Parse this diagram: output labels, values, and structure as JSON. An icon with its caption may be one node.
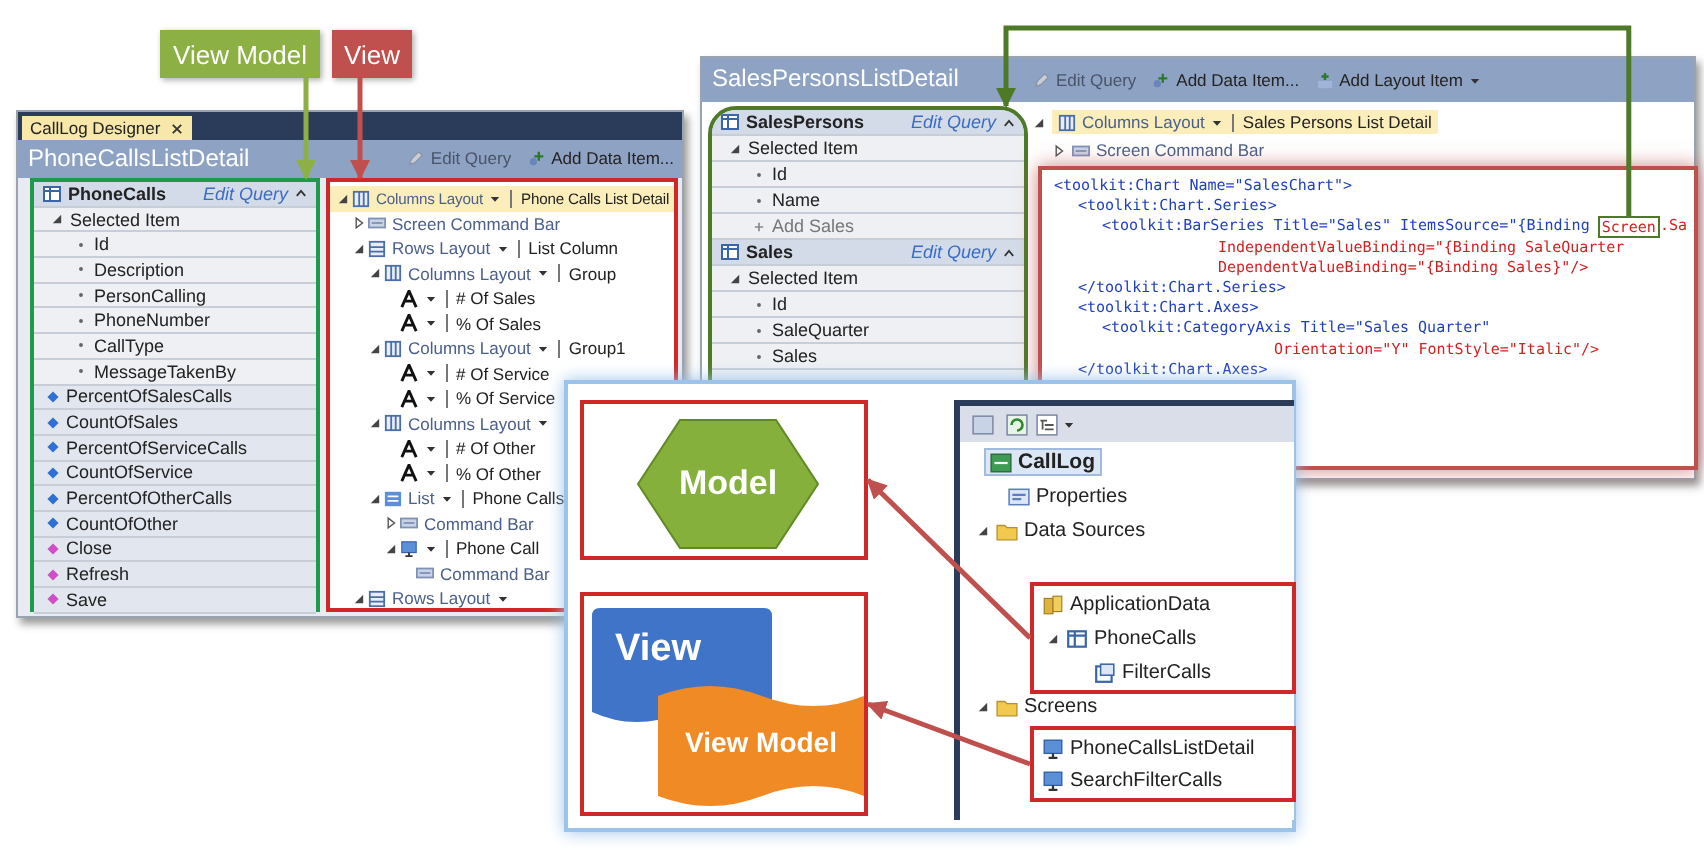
{
  "diagram": {
    "nodes": [
      {
        "text": [
          "View Model"
        ]
      },
      {
        "text": [
          "View"
        ]
      },
      {
        "text": [
          "CallLog Designer",
          "PhoneCallsListDetail",
          "Edit Query",
          "Add Data Item..."
        ]
      },
      {
        "text": [
          "PhoneCalls",
          "Edit Query",
          "Selected Item",
          "Id",
          "Description",
          "PersonCalling",
          "PhoneNumber",
          "CallType",
          "MessageTakenBy",
          "PercentOfSalesCalls",
          "CountOfSales",
          "PercentOfServiceCalls",
          "CountOfService",
          "PercentOfOtherCalls",
          "CountOfOther",
          "Close",
          "Refresh",
          "Save"
        ],
        "in": 2
      },
      {
        "text": [
          "Columns Layout",
          "Phone Calls List Detail",
          "Screen Command Bar",
          "Rows Layout",
          "List Column",
          "Columns Layout",
          "Group",
          "# Of Sales",
          "% Of Sales",
          "Columns Layout",
          "Group1",
          "# Of Service",
          "% Of Service",
          "Columns Layout",
          "# Of Other",
          "% Of Other",
          "List",
          "Phone Calls",
          "Command Bar",
          "Phone Call",
          "Command Bar",
          "Rows Layout"
        ],
        "in": 2
      },
      {
        "text": [
          "SalesPersonsListDetail",
          "Edit Query",
          "Add Data Item...",
          "Add Layout Item",
          "Columns Layout",
          "Sales Persons List Detail",
          "Screen Command Bar"
        ]
      },
      {
        "text": [
          "SalesPersons",
          "Edit Query",
          "Selected Item",
          "Id",
          "Name",
          "Add Sales",
          "Sales",
          "Edit Query",
          "Selected Item",
          "Id",
          "SaleQuarter",
          "Sales"
        ],
        "in": 5
      },
      {
        "text": [
          "<toolkit:Chart Name=\"SalesChart\">",
          "<toolkit:Chart.Series>",
          "<toolkit:BarSeries Title=\"Sales\" ItemsSource=\"{Binding",
          ".Sa",
          "IndependentValueBinding=\"{Binding SaleQuarter",
          "DependentValueBinding=\"{Binding Sales}\"/>",
          "</toolkit:Chart.Series>",
          "<toolkit:Chart.Axes>",
          "<toolkit:CategoryAxis Title=\"Sales Quarter\"",
          "Orientation=\"Y\" FontStyle=\"Italic\"/>",
          "</toolkit:Chart.Axes>"
        ],
        "in": 5
      },
      {
        "text": [
          "Screen"
        ],
        "in": 7
      },
      {
        "text": [],
        "shape": "box"
      },
      {
        "text": [],
        "shape": "box",
        "in": 9
      },
      {
        "text": [
          "Model"
        ],
        "in": 10
      },
      {
        "text": [],
        "shape": "box",
        "in": 9
      },
      {
        "text": [
          "View"
        ],
        "in": 12
      },
      {
        "text": [
          "View Model"
        ],
        "in": 12
      },
      {
        "text": [
          "CallLog",
          "Properties",
          "Data Sources",
          "Screens"
        ],
        "in": 9
      },
      {
        "text": [
          "ApplicationData",
          "PhoneCalls",
          "FilterCalls"
        ],
        "in": 15
      },
      {
        "text": [
          "PhoneCallsListDetail",
          "SearchFilterCalls"
        ],
        "in": 15
      }
    ],
    "edges": [
      {
        "from": 0,
        "to": 3,
        "arrow": "to",
        "color": "#8db045"
      },
      {
        "from": 1,
        "to": 4,
        "arrow": "to"
      },
      {
        "from": 8,
        "to": 6,
        "arrow": "to",
        "color": "#4e7a28"
      },
      {
        "from": 16,
        "to": 10,
        "arrow": "to"
      },
      {
        "from": 17,
        "to": 12,
        "arrow": "to"
      }
    ]
  }
}
